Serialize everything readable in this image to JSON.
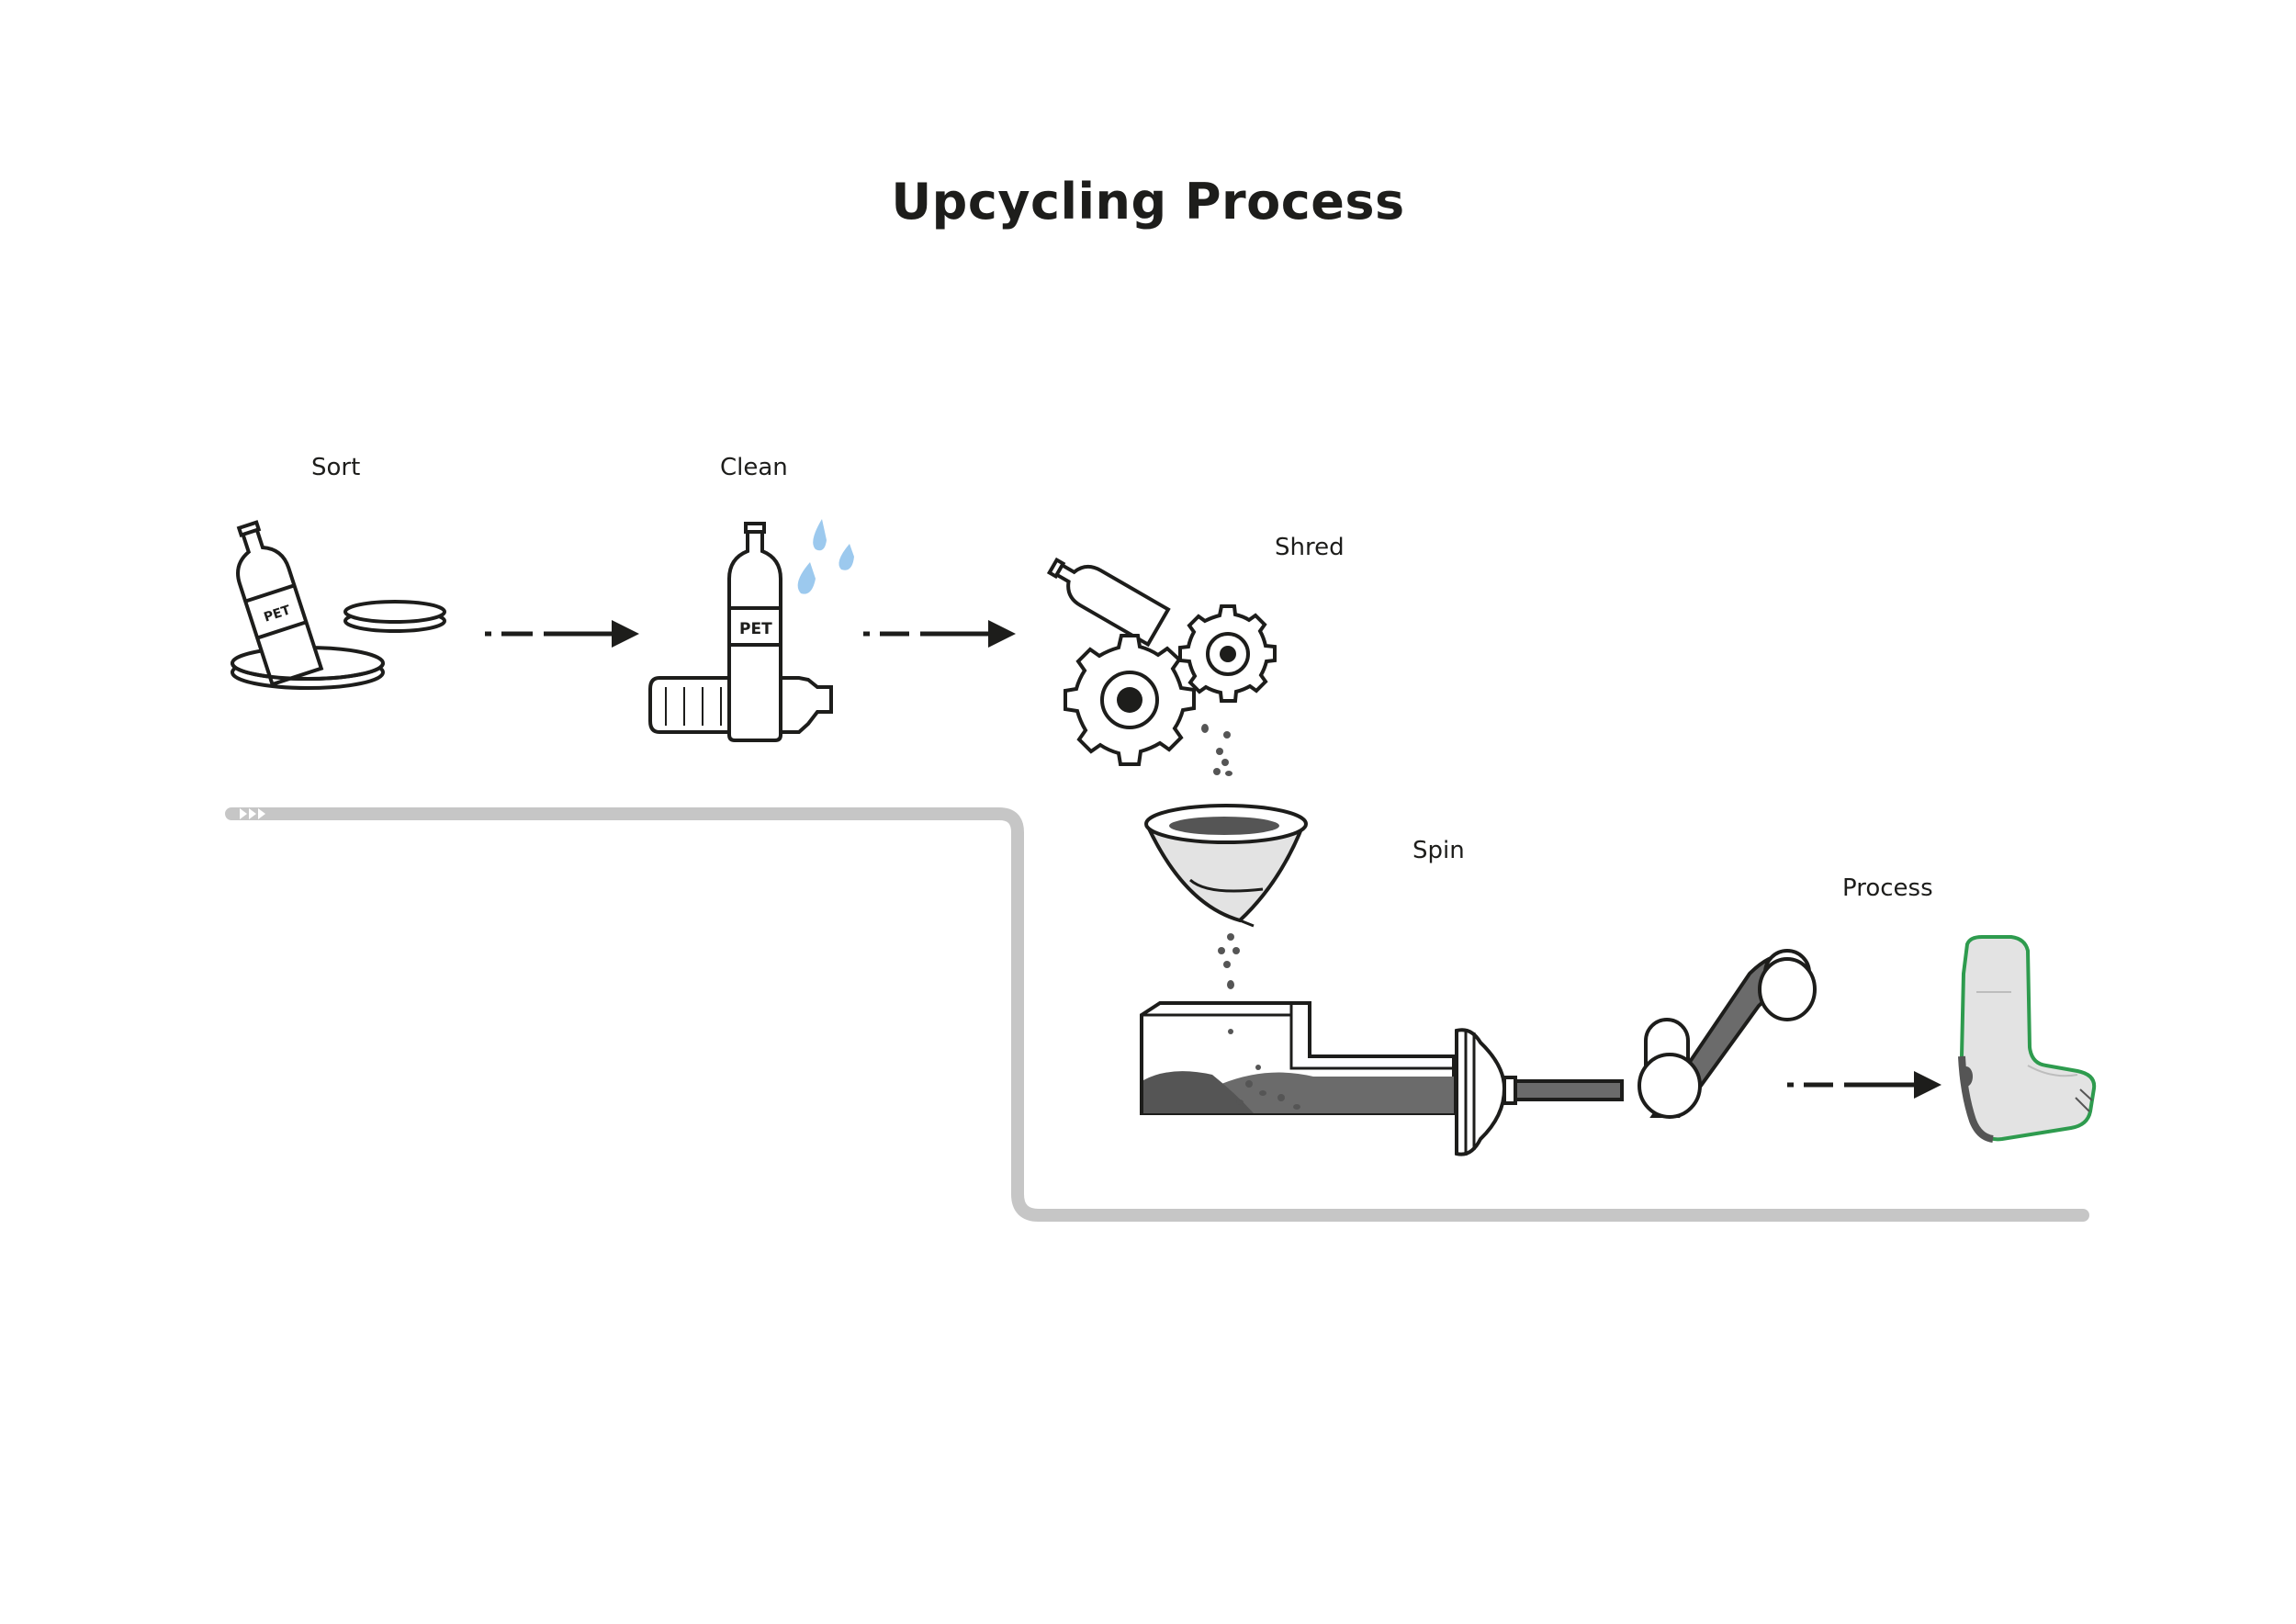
{
  "title": "Upcycling Process",
  "steps": [
    {
      "id": "sort",
      "label": "Sort"
    },
    {
      "id": "clean",
      "label": "Clean"
    },
    {
      "id": "shred",
      "label": "Shred"
    },
    {
      "id": "spin",
      "label": "Spin"
    },
    {
      "id": "process",
      "label": "Process"
    }
  ],
  "bottle_text": "PET",
  "colors": {
    "ink": "#1d1d1b",
    "track": "#c6c6c6",
    "water": "#9cc9ee",
    "seat_fill": "#e3e3e3",
    "seat_outline": "#2e9b4e",
    "granules": "#555555",
    "molten": "#6b6b6b"
  },
  "icons": [
    "bottle-icon",
    "cap-icon",
    "water-drops-icon",
    "gear-icon",
    "funnel-icon",
    "extruder-icon",
    "roller-icon",
    "car-seat-icon",
    "arrow-icon"
  ]
}
